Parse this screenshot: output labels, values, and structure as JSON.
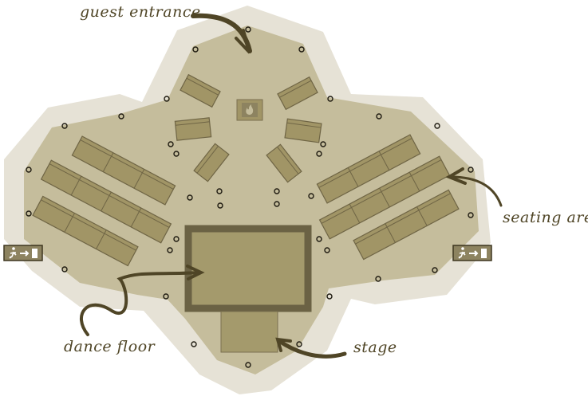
{
  "labels": {
    "guest_entrance": "guest entrance",
    "seating_area": "seating area",
    "dance_floor": "dance floor",
    "stage": "stage"
  },
  "icons": {
    "exit_sign": "emergency-exit-running-man-icon",
    "fireplace": "fire-icon"
  },
  "colors": {
    "outer_area": "#e6e2d6",
    "floor": "#c5bd9c",
    "table": "#a19566",
    "table_outline": "#6f6545",
    "dance_floor_border": "#6b6244",
    "ink": "#4f4526"
  }
}
